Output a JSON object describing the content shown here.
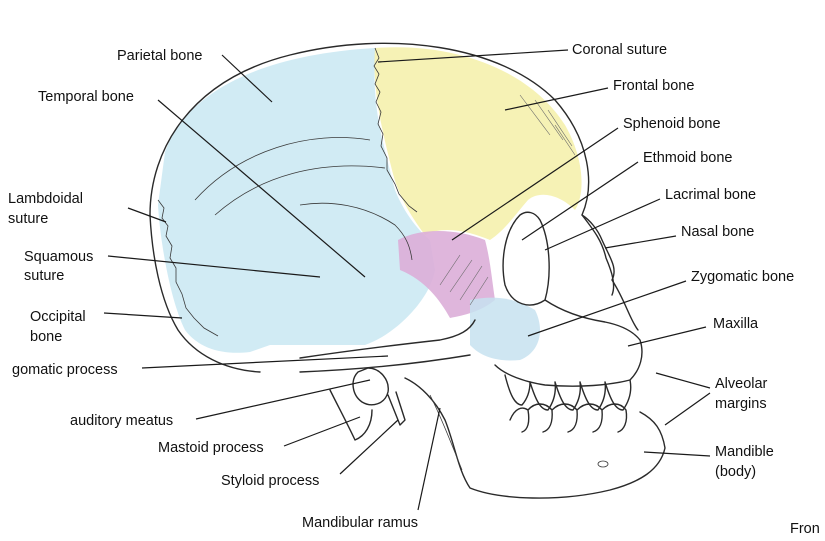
{
  "labels": {
    "parietal_bone": "Parietal bone",
    "temporal_bone": "Temporal bone",
    "lambdoidal_suture_line1": "Lambdoidal",
    "lambdoidal_suture_line2": "suture",
    "squamous_suture_line1": "Squamous",
    "squamous_suture_line2": "suture",
    "occipital_bone_line1": "Occipital",
    "occipital_bone_line2": "bone",
    "zygomatic_process": "gomatic process",
    "external_auditory_meatus": "auditory meatus",
    "mastoid_process": "Mastoid process",
    "styloid_process": "Styloid process",
    "mandibular_ramus": "Mandibular ramus",
    "coronal_suture": "Coronal suture",
    "frontal_bone": "Frontal bone",
    "sphenoid_bone": "Sphenoid bone",
    "ethmoid_bone": "Ethmoid bone",
    "lacrimal_bone": "Lacrimal bone",
    "nasal_bone": "Nasal bone",
    "zygomatic_bone": "Zygomatic bone",
    "maxilla": "Maxilla",
    "alveolar_margins_line1": "Alveolar",
    "alveolar_margins_line2": "margins",
    "mandible_body_line1": "Mandible",
    "mandible_body_line2": "(body)",
    "corner_text": "Fron"
  },
  "colors": {
    "parietal_temporal": "#c9e8f2",
    "frontal": "#f5f0a8",
    "sphenoid": "#dcaed8",
    "zygomatic": "#c7e2f0",
    "ink": "#2a2a2a"
  }
}
